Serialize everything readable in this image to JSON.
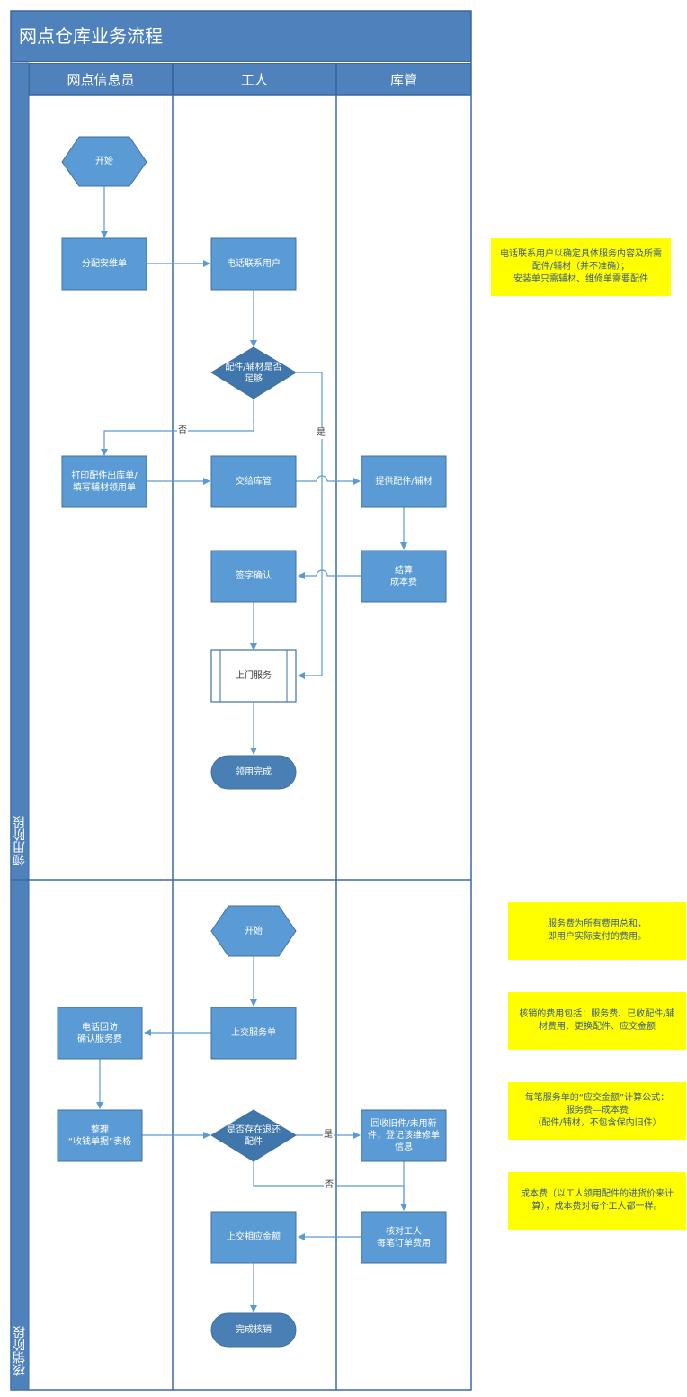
{
  "title": "网点仓库业务流程",
  "lanes": [
    "网点信息员",
    "工人",
    "库管"
  ],
  "phases": [
    "领用阶段",
    "核销阶段"
  ],
  "colors": {
    "lane_fill": "#4f81bd",
    "node_fill": "#5b9bd5",
    "node_border": "#41719c",
    "decision_fill": "#3f76ac",
    "terminal_fill": "#4a7fb5",
    "edge": "#5b9bd5",
    "note_fill": "#ffff00"
  },
  "nodes": {
    "start1": "开始",
    "assign": "分配安维单",
    "call_user": "电话联系用户",
    "enough": "配件/辅材是否\n足够",
    "print": "打印配件出库单/\n填写辅材领用单",
    "handover": "交给库管",
    "provide": "提供配件/辅材",
    "settle": "结算\n成本费",
    "sign": "签字确认",
    "service": "上门服务",
    "finish_pickup": "领用完成",
    "start2": "开始",
    "submit": "上交服务单",
    "callback": "电话回访\n确认服务费",
    "organize": "整理\n“收钱单据”表格",
    "returns": "是否存在退还\n配件",
    "recycle": "回收旧件/未用新\n件，登记该维修单\n信息",
    "check": "核对工人\n每笔订单费用",
    "pay": "上交相应金额",
    "finish_verify": "完成核销"
  },
  "edge_labels": {
    "no1": "否",
    "yes1": "是",
    "yes2": "是",
    "no2": "否"
  },
  "notes": [
    "电话联系用户以确定具体服务内容及所需\n配件/辅材（并不准确）；\n安装单只需辅材、维修单需要配件",
    "服务费为所有费用总和，\n即用户实际支付的费用。",
    "核销的费用包括：服务费、已收配件/辅\n材费用、更换配件、应交金额",
    "每笔服务单的“应交金额”计算公式：\n服务费—成本费\n（配件/辅材，不包含保内旧件）",
    "成本费（以工人领用配件的进货价来计\n算），成本费对每个工人都一样。"
  ]
}
